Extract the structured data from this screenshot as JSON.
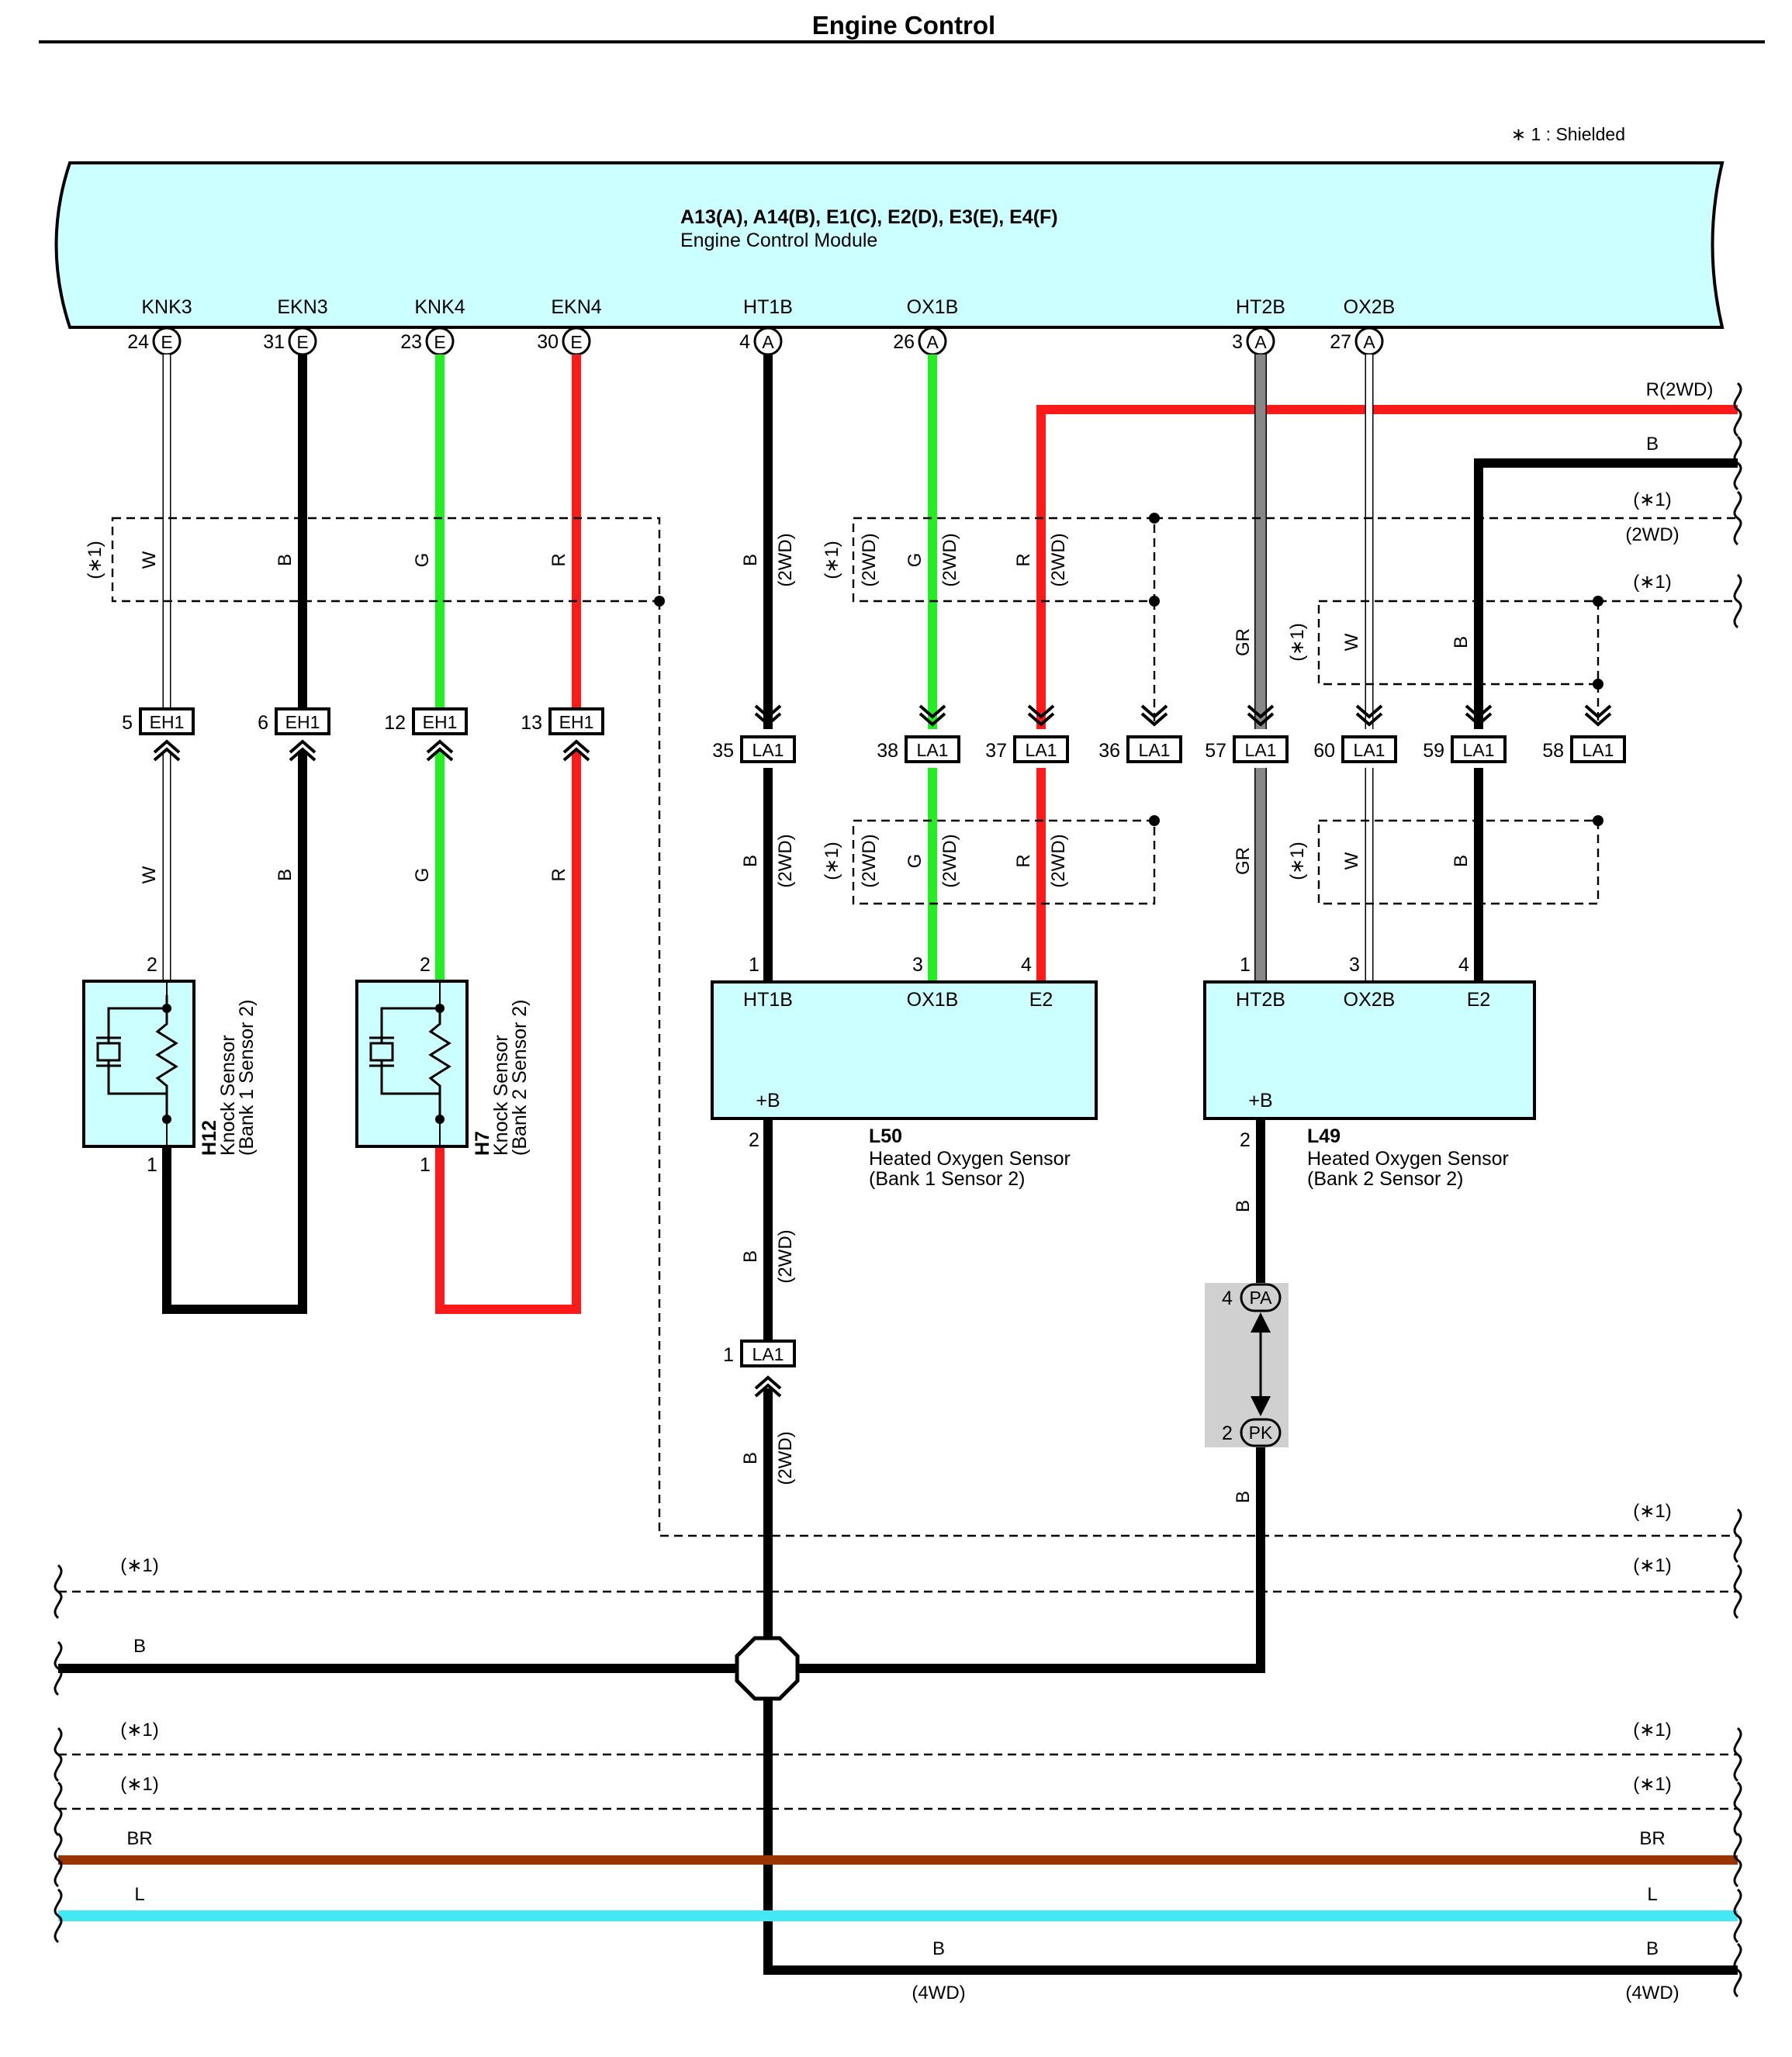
{
  "title": "Engine Control",
  "legend_note": "∗ 1 : Shielded",
  "ecm": {
    "connectors": "A13(A), A14(B), E1(C), E2(D), E3(E), E4(F)",
    "name": "Engine Control Module",
    "pins": [
      {
        "label": "KNK3",
        "num": "24",
        "conn": "E"
      },
      {
        "label": "EKN3",
        "num": "31",
        "conn": "E"
      },
      {
        "label": "KNK4",
        "num": "23",
        "conn": "E"
      },
      {
        "label": "EKN4",
        "num": "30",
        "conn": "E"
      },
      {
        "label": "HT1B",
        "num": "4",
        "conn": "A"
      },
      {
        "label": "OX1B",
        "num": "26",
        "conn": "A"
      },
      {
        "label": "HT2B",
        "num": "3",
        "conn": "A"
      },
      {
        "label": "OX2B",
        "num": "27",
        "conn": "A"
      }
    ]
  },
  "wire_colors": {
    "B": "#000000",
    "W": "#ffffff",
    "G": "#22ee22",
    "R": "#ff1a1a",
    "GR": "#888888",
    "BR": "#993300",
    "L": "#44e8f4"
  },
  "text": {
    "shield": "(∗1)",
    "twowd": "(2WD)",
    "fourwd": "(4WD)",
    "r2wd": "R(2WD)",
    "w": "W",
    "b": "B",
    "g": "G",
    "r": "R",
    "gr": "GR",
    "br": "BR",
    "l": "L"
  },
  "eh1": {
    "code": "EH1",
    "pins": [
      "5",
      "6",
      "12",
      "13"
    ]
  },
  "la1": {
    "code": "LA1",
    "pins": [
      "35",
      "38",
      "37",
      "36",
      "57",
      "60",
      "59",
      "58"
    ],
    "lower_pin": "1"
  },
  "knock_sensors": [
    {
      "code": "H12",
      "name": "Knock Sensor",
      "position": "(Bank 1 Sensor 2)",
      "pin_top": "2",
      "pin_bottom": "1"
    },
    {
      "code": "H7",
      "name": "Knock Sensor",
      "position": "(Bank 2 Sensor 2)",
      "pin_top": "2",
      "pin_bottom": "1"
    }
  ],
  "o2_sensors": [
    {
      "code": "L50",
      "name": "Heated Oxygen Sensor",
      "position": "(Bank 1 Sensor 2)",
      "terminals": [
        "HT1B",
        "OX1B",
        "E2"
      ],
      "pins": [
        "1",
        "3",
        "4"
      ],
      "power": "+B",
      "power_pin": "2"
    },
    {
      "code": "L49",
      "name": "Heated Oxygen Sensor",
      "position": "(Bank 2 Sensor 2)",
      "terminals": [
        "HT2B",
        "OX2B",
        "E2"
      ],
      "pins": [
        "1",
        "3",
        "4"
      ],
      "power": "+B",
      "power_pin": "2"
    }
  ],
  "junction": {
    "top_code": "PA",
    "top_pin": "4",
    "bottom_code": "PK",
    "bottom_pin": "2"
  }
}
